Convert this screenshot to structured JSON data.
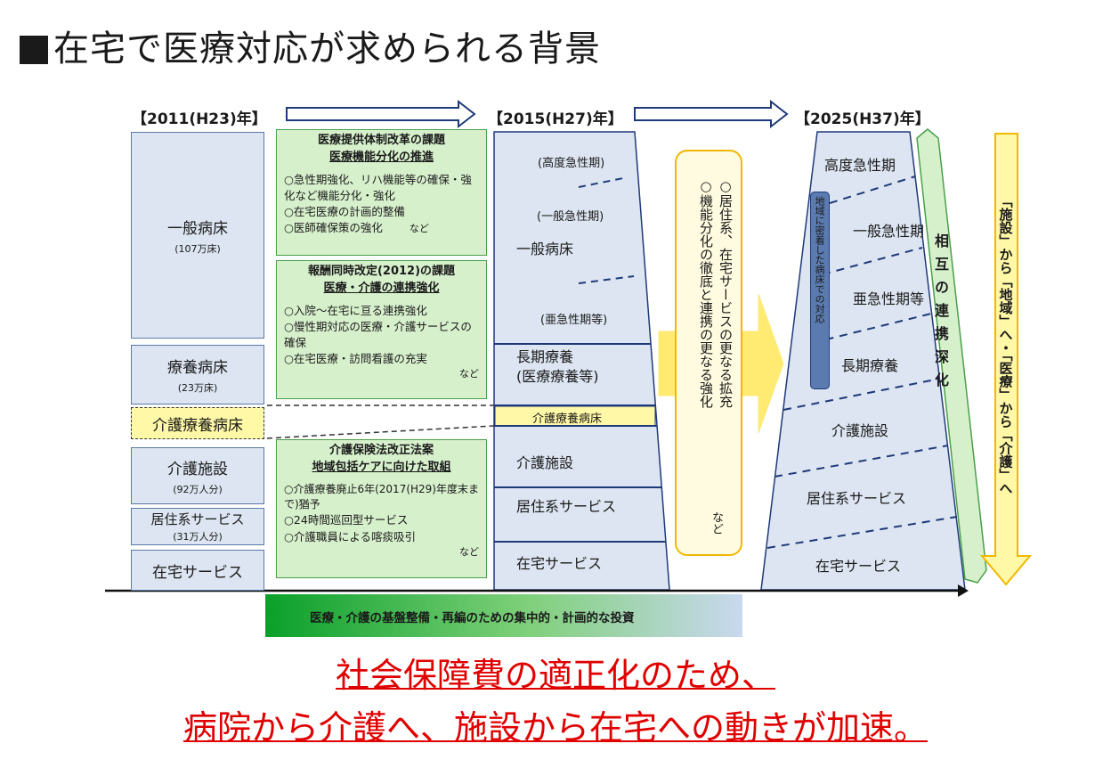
{
  "title": "■在宅で医療対応が求められる背景",
  "years": {
    "y2011": "【2011(H23)年】",
    "y2015": "【2015(H27)年】",
    "y2025": "【2025(H37)年】"
  },
  "left_boxes": [
    {
      "main": "一般病床",
      "sub": "(107万床)"
    },
    {
      "main": "療養病床",
      "sub": "(23万床)"
    },
    {
      "main": "介護療養病床",
      "sub": ""
    },
    {
      "main": "介護施設",
      "sub": "(92万人分)"
    },
    {
      "main": "居住系サービス",
      "sub": "(31万人分)"
    },
    {
      "main": "在宅サービス",
      "sub": ""
    }
  ],
  "issue_boxes": [
    {
      "h": "医療提供体制改革の課題",
      "h2": "医療機能分化の推進",
      "items": [
        "○急性期強化、リハ機能等の確保・強化など機能分化・強化",
        "○在宅医療の計画的整備",
        "○医師確保策の強化"
      ],
      "tail": "など"
    },
    {
      "h": "報酬同時改定(2012)の課題",
      "h2": "医療・介護の連携強化",
      "items": [
        "○入院～在宅に亘る連携強化",
        "○慢性期対応の医療・介護サービスの確保",
        "○在宅医療・訪問看護の充実"
      ],
      "tail": "など"
    },
    {
      "h": "介護保険法改正法案",
      "h2": "地域包括ケアに向けた取組",
      "items": [
        "○介護療養廃止6年(2017(H29)年度末まで)猶予",
        "○24時間巡回型サービス",
        "○介護職員による喀痰吸引"
      ],
      "tail": "など"
    }
  ],
  "mid_column": {
    "top_labels": [
      "(高度急性期)",
      "(一般急性期)",
      "一般病床",
      "(亜急性期等)"
    ],
    "rows": [
      "長期療養\n(医療療養等)",
      "介護療養病床",
      "介護施設",
      "居住系サービス",
      "在宅サービス"
    ]
  },
  "arrow_text": {
    "line1": "○居住系、在宅サービスの更なる拡充",
    "line2": "○機能分化の徹底と連携の更なる強化",
    "tail": "など"
  },
  "right_column": {
    "labels": [
      "高度急性期",
      "一般急性期",
      "亜急性期等",
      "長期療養",
      "介護施設",
      "居住系サービス",
      "在宅サービス"
    ],
    "community_bed": "地域に密着した病床での対応"
  },
  "mutual_text": "相互の連携深化",
  "shift_text": "「施設」から「地域」へ・「医療」から「介護」へ",
  "investment_bar": "医療・介護の基盤整備・再編のための集中的・計画的な投資",
  "message": [
    "社会保障費の適正化のため、",
    "病院から介護へ、施設から在宅への動きが加速。"
  ],
  "colors": {
    "accent_red": "#e00000",
    "green_box": "#d7f0cc",
    "blue_box": "#dce5f1",
    "yellow_box": "#fff8a6"
  }
}
